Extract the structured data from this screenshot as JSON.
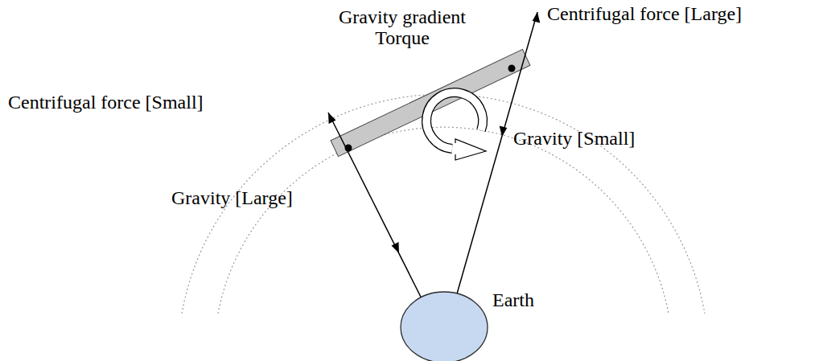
{
  "diagram": {
    "nodes": [
      {
        "text": [
          "Earth"
        ]
      }
    ],
    "labels": [
      "Gravity gradient Torque",
      "Centrifugal force [Large]",
      "Centrifugal force [Small]",
      "Gravity [Small]",
      "Gravity [Large]"
    ]
  }
}
